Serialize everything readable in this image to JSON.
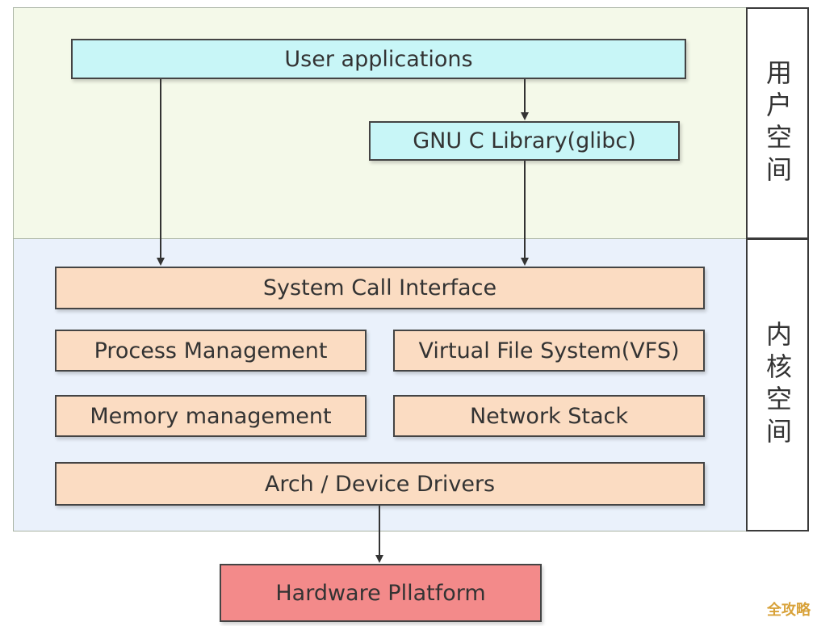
{
  "diagram": {
    "user_space_label": "用户空间",
    "kernel_space_label": "内核空间",
    "boxes": {
      "user_applications": "User applications",
      "glibc": "GNU C Library(glibc)",
      "system_call_interface": "System Call Interface",
      "process_management": "Process Management",
      "virtual_file_system": "Virtual File System(VFS)",
      "memory_management": "Memory management",
      "network_stack": "Network Stack",
      "arch_device_drivers": "Arch / Device Drivers",
      "hardware_platform": "Hardware Pllatform"
    },
    "colors": {
      "user_space_bg": "#f4f9e9",
      "kernel_space_bg": "#eaf1fb",
      "user_box": "#c8f6f7",
      "kernel_box": "#fbdcc2",
      "hardware_box": "#f38a8a"
    }
  },
  "watermark": "全攻略"
}
